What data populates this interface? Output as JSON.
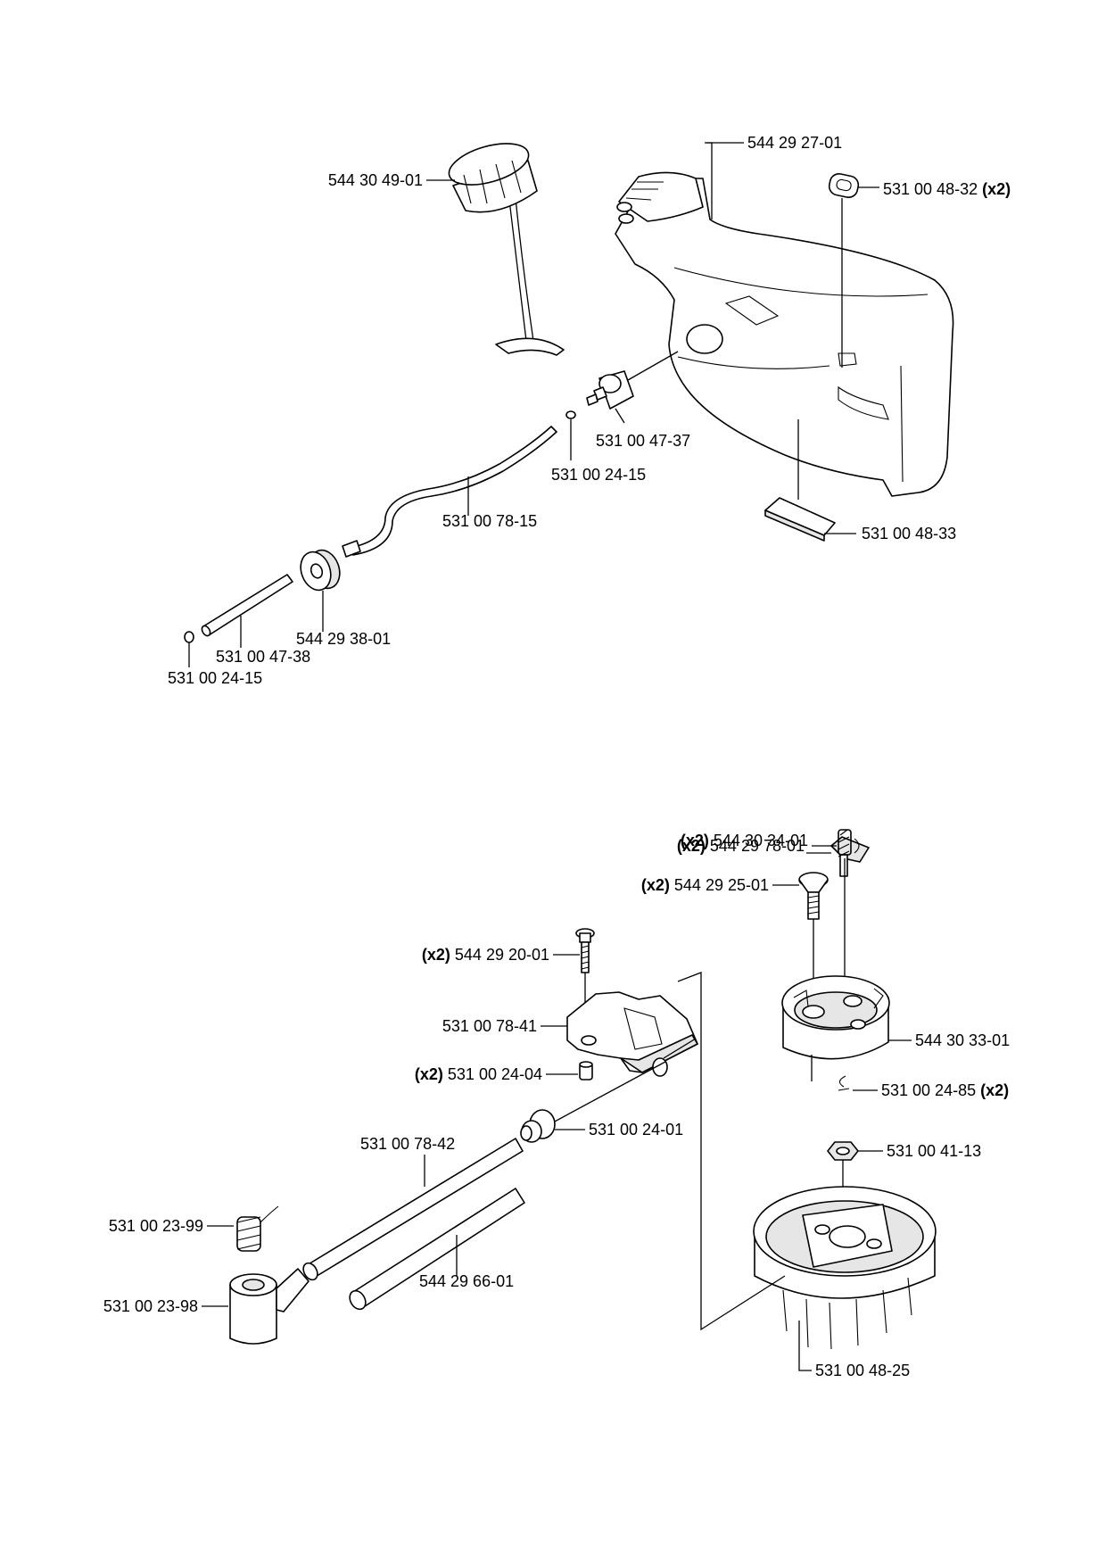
{
  "labels": {
    "l1": {
      "part": "544 30 49-01"
    },
    "l2": {
      "part": "544 29 27-01"
    },
    "l3": {
      "part": "531 00 48-32",
      "qty": "(x2)"
    },
    "l4": {
      "part": "531 00 47-37"
    },
    "l5": {
      "part": "531 00 24-15"
    },
    "l6": {
      "part": "531 00 78-15"
    },
    "l7": {
      "part": "531 00 48-33"
    },
    "l8": {
      "part": "544 29 38-01"
    },
    "l9": {
      "part": "531 00 47-38"
    },
    "l10": {
      "part": "531 00 24-15"
    },
    "l11": {
      "part": "544 29 78-01",
      "qty": "(x2)"
    },
    "l12": {
      "part": "544 30 34-01",
      "qty": "(x2)"
    },
    "l13": {
      "part": "544 29 25-01",
      "qty": "(x2)"
    },
    "l14": {
      "part": "544 29 20-01",
      "qty": "(x2)"
    },
    "l15": {
      "part": "531 00 78-41"
    },
    "l16": {
      "part": "544 30 33-01"
    },
    "l17": {
      "part": "531 00 24-04",
      "qty": "(x2)"
    },
    "l18": {
      "part": "531 00 24-85",
      "qty": "(x2)"
    },
    "l19": {
      "part": "531 00 24-01"
    },
    "l20": {
      "part": "531 00 78-42"
    },
    "l21": {
      "part": "531 00 41-13"
    },
    "l22": {
      "part": "531 00 23-99"
    },
    "l23": {
      "part": "544 29 66-01"
    },
    "l24": {
      "part": "531 00 23-98"
    },
    "l25": {
      "part": "531 00 48-25"
    }
  }
}
